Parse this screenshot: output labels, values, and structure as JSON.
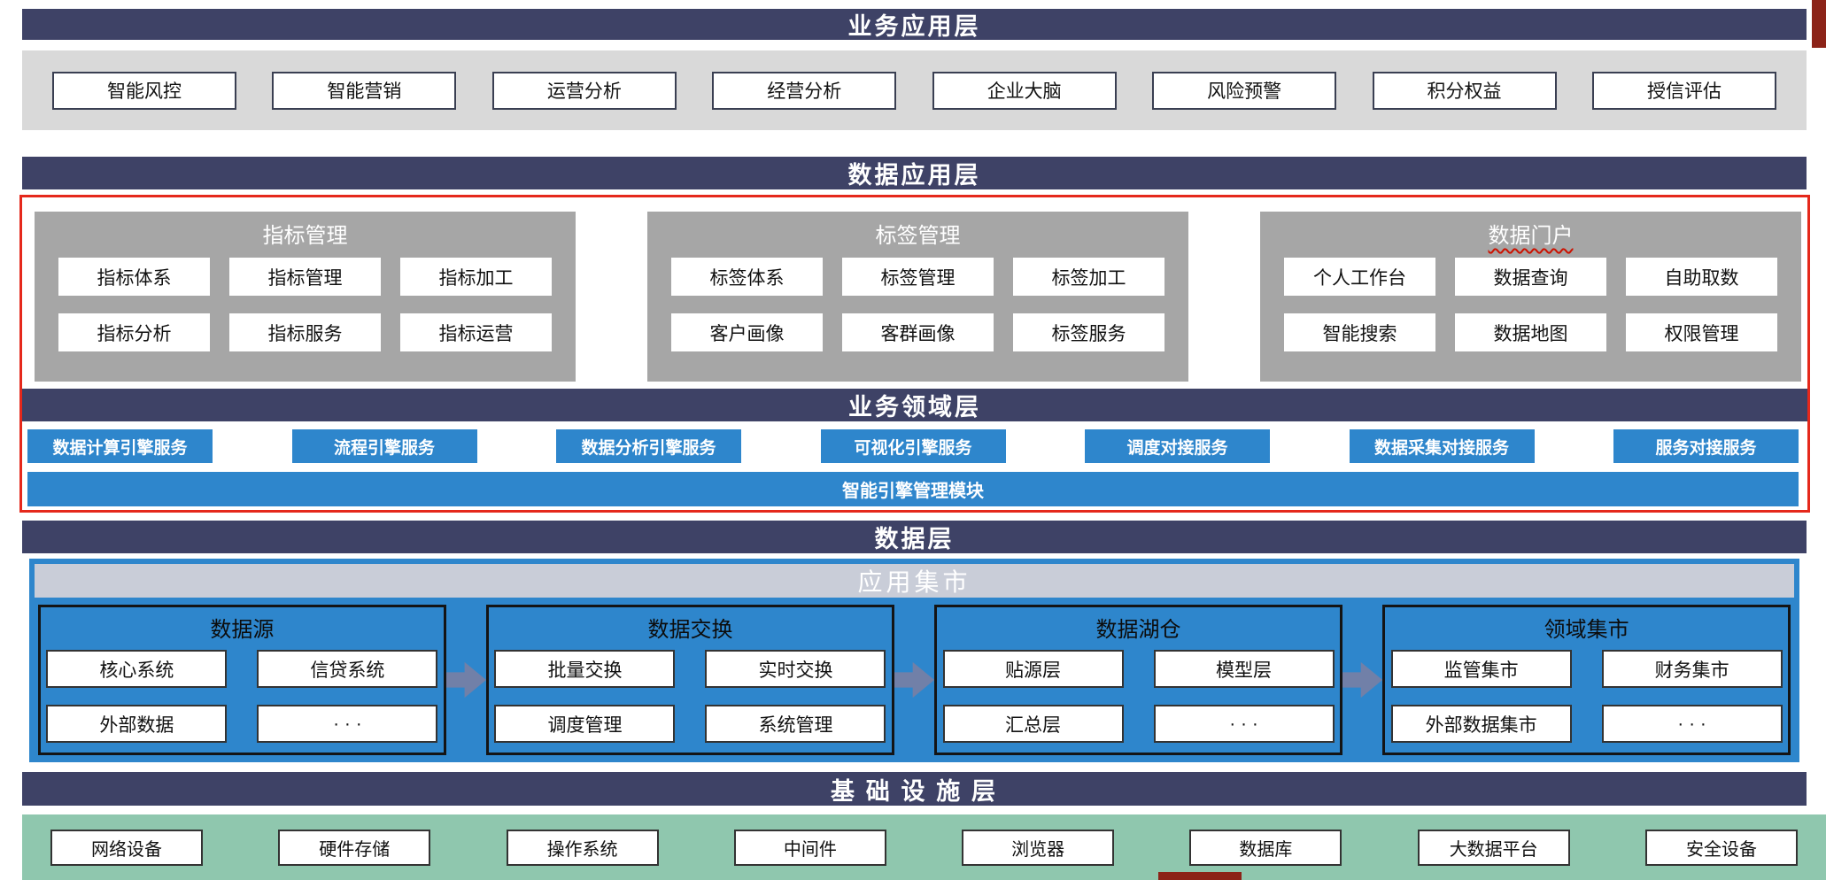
{
  "colors": {
    "layer_header_bg": "#3e4266",
    "band_gray": "#d9d9d9",
    "panel_gray": "#a6a6a6",
    "accent_blue": "#2e86cc",
    "mart_header_bg": "#c9cdd8",
    "infra_green": "#8fc7ae",
    "highlight_red": "#e5281b",
    "arrow_slate": "#7180a8",
    "maroon_edge": "#8c2318"
  },
  "icons": {
    "flow_arrow_icon": "css-block-arrow-right"
  },
  "layers": {
    "business_app": {
      "title": "业务应用层",
      "items": [
        "智能风控",
        "智能营销",
        "运营分析",
        "经营分析",
        "企业大脑",
        "风险预警",
        "积分权益",
        "授信评估"
      ]
    },
    "data_app": {
      "title": "数据应用层",
      "panels": [
        {
          "title": "指标管理",
          "items": [
            "指标体系",
            "指标管理",
            "指标加工",
            "指标分析",
            "指标服务",
            "指标运营"
          ]
        },
        {
          "title": "标签管理",
          "items": [
            "标签体系",
            "标签管理",
            "标签加工",
            "客户画像",
            "客群画像",
            "标签服务"
          ]
        },
        {
          "title": "数据门户",
          "items": [
            "个人工作台",
            "数据查询",
            "自助取数",
            "智能搜索",
            "数据地图",
            "权限管理"
          ]
        }
      ]
    },
    "business_domain": {
      "title": "业务领域层",
      "services": [
        "数据计算引擎服务",
        "流程引擎服务",
        "数据分析引擎服务",
        "可视化引擎服务",
        "调度对接服务",
        "数据采集对接服务",
        "服务对接服务"
      ],
      "engine_bar": "智能引擎管理模块"
    },
    "data_layer": {
      "title": "数据层",
      "mart_title": "应用集市",
      "panels": [
        {
          "title": "数据源",
          "items": [
            "核心系统",
            "信贷系统",
            "外部数据",
            "· · ·"
          ]
        },
        {
          "title": "数据交换",
          "items": [
            "批量交换",
            "实时交换",
            "调度管理",
            "系统管理"
          ]
        },
        {
          "title": "数据湖仓",
          "items": [
            "贴源层",
            "模型层",
            "汇总层",
            "· · ·"
          ]
        },
        {
          "title": "领域集市",
          "items": [
            "监管集市",
            "财务集市",
            "外部数据集市",
            "· · ·"
          ]
        }
      ]
    },
    "infrastructure": {
      "title": "基 础 设 施 层",
      "items": [
        "网络设备",
        "硬件存储",
        "操作系统",
        "中间件",
        "浏览器",
        "数据库",
        "大数据平台",
        "安全设备"
      ]
    }
  }
}
